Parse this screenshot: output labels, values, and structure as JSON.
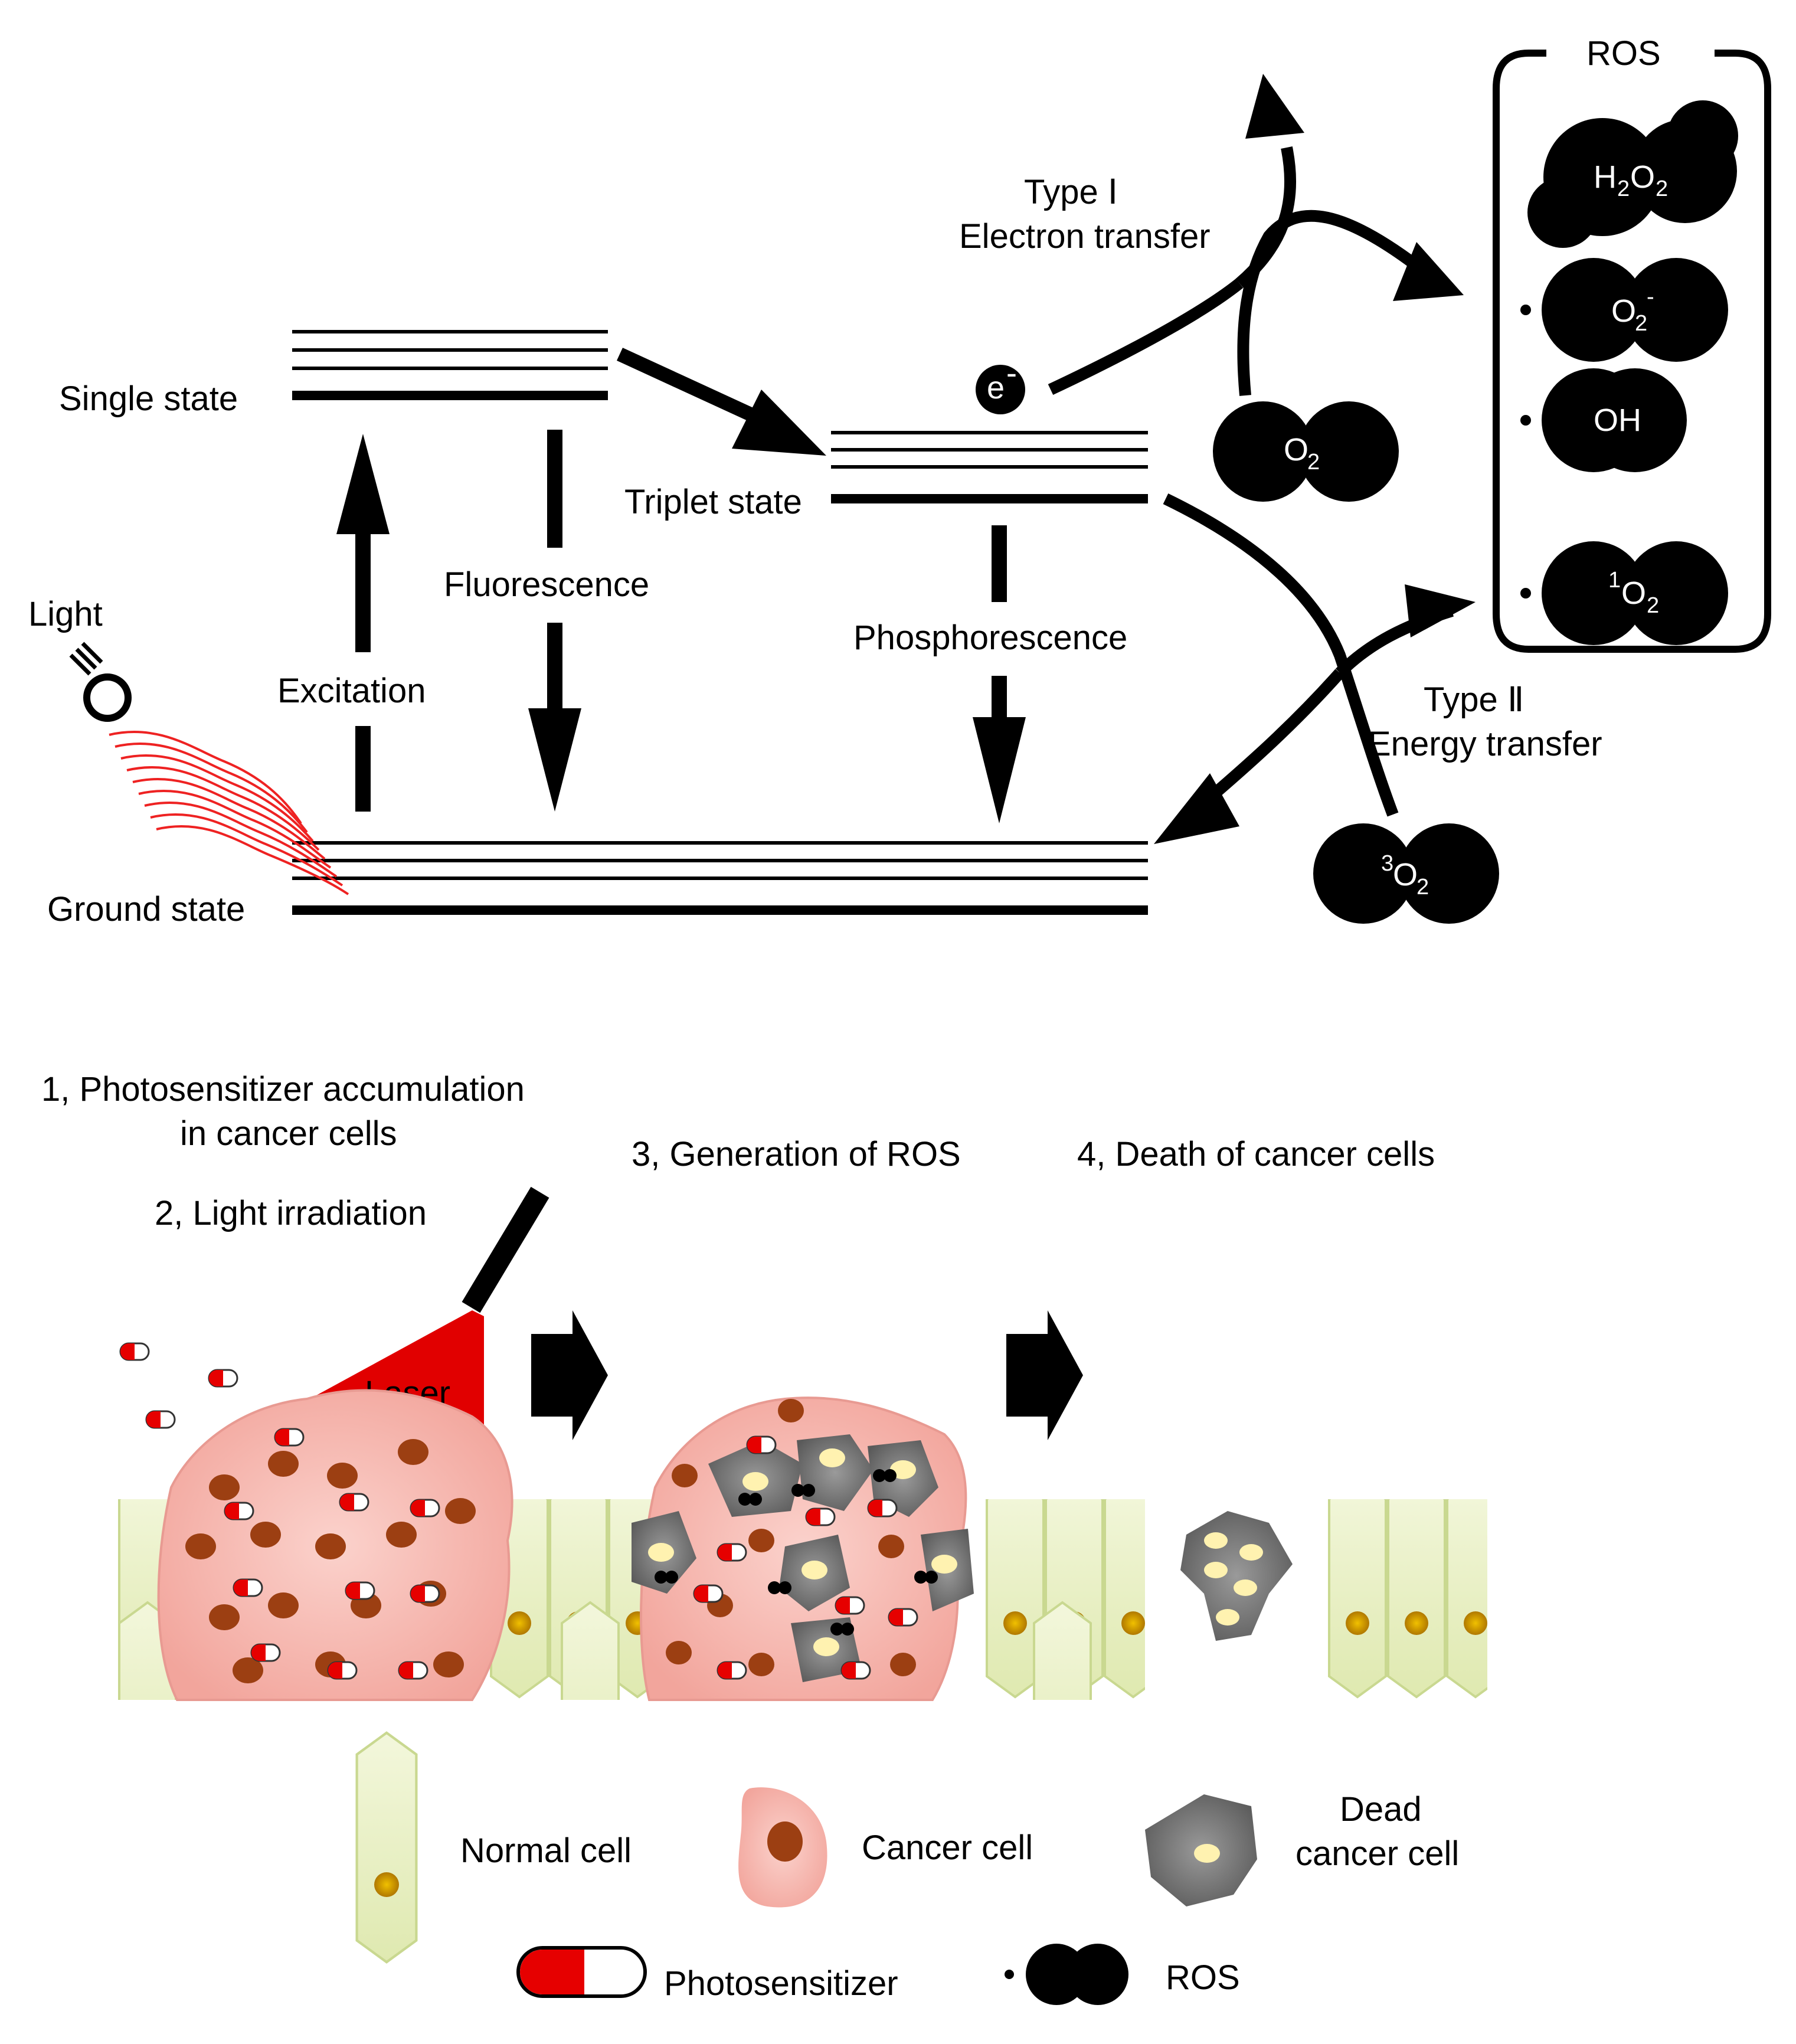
{
  "colors": {
    "ink": "#000000",
    "laser": "#e10000",
    "cancer_fill": "#f6b7b0",
    "cancer_nucleus": "#9c3f12",
    "normal_fill": "#e6efbf",
    "normal_nucleus": "#d9a000",
    "dead_fill": "#6d6d6d",
    "dead_nucleus": "#fff2b0",
    "capsule_red": "#e60000"
  },
  "energy": {
    "singlet": "Single state",
    "triplet": "Triplet  state",
    "ground": "Ground  state",
    "light": "Light",
    "excitation": "Excitation",
    "fluorescence": "Fluorescence",
    "phosphorescence": "Phosphorescence",
    "electron": "e",
    "type1_a": "Type  Ⅰ",
    "type1_b": "Electron transfer",
    "type2_a": "Type  Ⅱ",
    "type2_b": "Energy transfer",
    "ros_title": "ROS",
    "o2": "O",
    "o2_sub": "2",
    "t_o2_sup": "3",
    "h2o2_h": "H",
    "h2o2_o": "O",
    "superoxide_o": "O",
    "superoxide_sup": "-",
    "hydroxyl": "OH",
    "singlet_o2_sup": "1",
    "singlet_o2": "O"
  },
  "steps": {
    "step1_a": "1, Photosensitizer accumulation",
    "step1_b": "in cancer cells",
    "step2": "2, Light irradiation",
    "step3": "3, Generation  of ROS",
    "step4": "4, Death of cancer cells",
    "laser": "Laser"
  },
  "legend": {
    "normal": "Normal  cell",
    "cancer": "Cancer cell",
    "dead_a": "Dead",
    "dead_b": "cancer cell",
    "photosensitizer": "Photosensitizer",
    "ros": "ROS"
  }
}
